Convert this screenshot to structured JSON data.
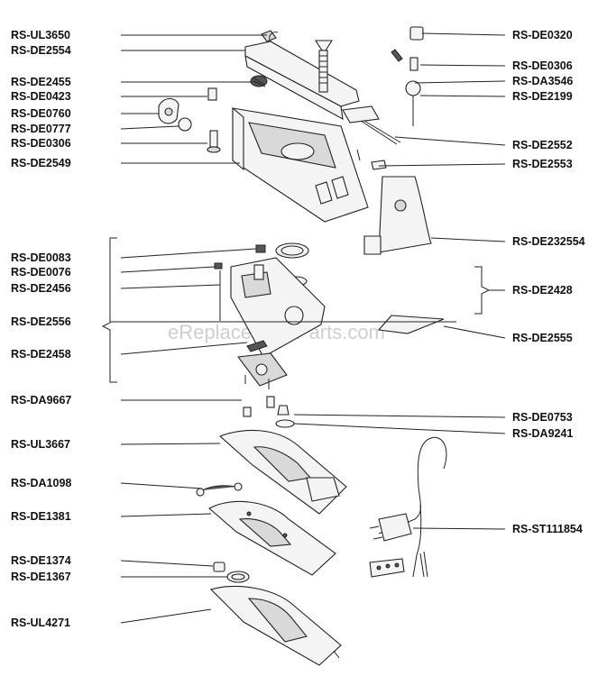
{
  "labels_left": [
    "RS-UL3650",
    "RS-DE2554",
    "RS-DE2455",
    "RS-DE0423",
    "RS-DE0760",
    "RS-DE0777",
    "RS-DE0306",
    "RS-DE2549",
    "RS-DE0083",
    "RS-DE0076",
    "RS-DE2456",
    "RS-DE2556",
    "RS-DE2458",
    "RS-DA9667",
    "RS-UL3667",
    "RS-DA1098",
    "RS-DE1381",
    "RS-DE1374",
    "RS-DE1367",
    "RS-UL4271"
  ],
  "labels_right": [
    "RS-DE0320",
    "RS-DE0306",
    "RS-DA3546",
    "RS-DE2199",
    "RS-DE2552",
    "RS-DE2553",
    "RS-DE232554",
    "RS-DE2428",
    "RS-DE2555",
    "RS-DE0753",
    "RS-DA9241",
    "RS-ST111854"
  ],
  "watermark": "eReplacementParts.com"
}
